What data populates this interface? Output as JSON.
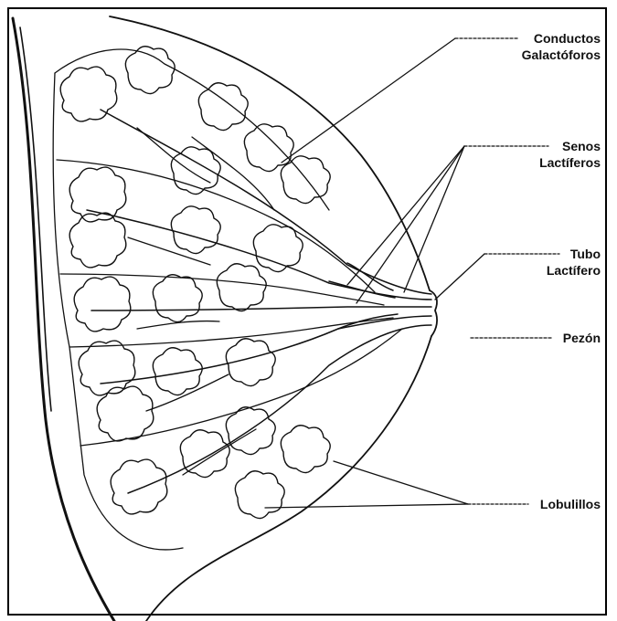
{
  "labels": {
    "conductos": {
      "line1": "Conductos",
      "line2": "Galactóforos"
    },
    "senos": {
      "line1": "Senos",
      "line2": "Lactíferos"
    },
    "tubo": {
      "line1": "Tubo",
      "line2": "Lactífero"
    },
    "pezon": {
      "line1": "Pezón"
    },
    "lobulillos": {
      "line1": "Lobulillos"
    }
  },
  "colors": {
    "ink": "#111111",
    "background": "#ffffff"
  }
}
